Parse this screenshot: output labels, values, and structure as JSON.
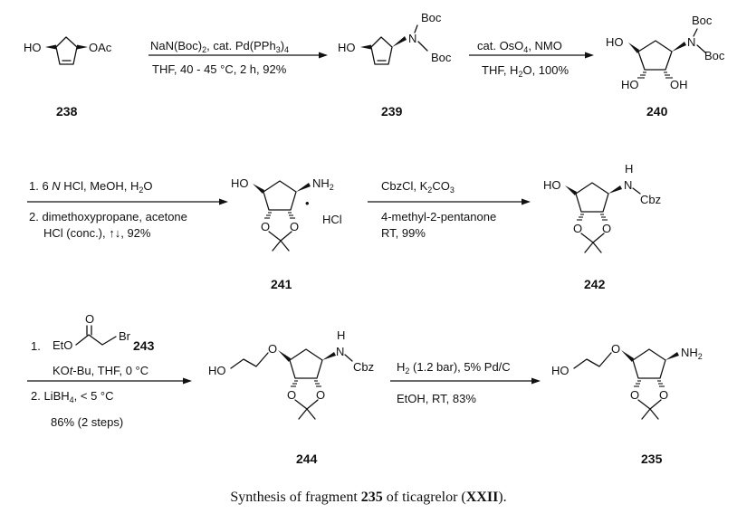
{
  "compounds": {
    "c238": {
      "number": "238",
      "ho": "HO",
      "oac": "OAc"
    },
    "c239": {
      "number": "239",
      "ho": "HO",
      "n": "N",
      "boc1": "Boc",
      "boc2": "Boc"
    },
    "c240": {
      "number": "240",
      "ho": "HO",
      "n": "N",
      "boc1": "Boc",
      "boc2": "Boc",
      "ho2": "HO",
      "oh": "OH"
    },
    "c241": {
      "number": "241",
      "ho": "HO",
      "nh2": "NH",
      "nh2_sub": "2",
      "dot": "•",
      "hcl": "HCl",
      "o1": "O",
      "o2": "O"
    },
    "c242": {
      "number": "242",
      "ho": "HO",
      "h": "H",
      "n": "N",
      "cbz": "Cbz",
      "o1": "O",
      "o2": "O"
    },
    "c243": {
      "number": "243",
      "o": "O",
      "eto": "EtO",
      "br": "Br"
    },
    "c244": {
      "number": "244",
      "ho": "HO",
      "o_ether": "O",
      "h": "H",
      "n": "N",
      "cbz": "Cbz",
      "o1": "O",
      "o2": "O"
    },
    "c235": {
      "number": "235",
      "ho": "HO",
      "o_ether": "O",
      "nh2": "NH",
      "nh2_sub": "2",
      "o1": "O",
      "o2": "O"
    }
  },
  "steps": {
    "s1": {
      "line1": {
        "a": "NaN(Boc)",
        "sub": "2",
        "b": ", cat. Pd(PPh",
        "sub2": "3",
        "c": ")",
        "sub3": "4"
      },
      "line2": "THF, 40 - 45  °C, 2 h, 92%"
    },
    "s2": {
      "line1": {
        "a": "cat. OsO",
        "sub": "4",
        "b": ", NMO"
      },
      "line2": {
        "a": "THF, H",
        "sub": "2",
        "b": "O, 100%"
      }
    },
    "s3": {
      "line1": {
        "a": "1. 6 ",
        "italic": "N",
        "b": " HCl, MeOH, H",
        "sub": "2",
        "c": "O"
      },
      "line2": "2. dimethoxypropane, acetone",
      "line3": "HCl (conc.), ↑↓, 92%"
    },
    "s4": {
      "line1": {
        "a": "CbzCl, K",
        "sub": "2",
        "b": "CO",
        "sub2": "3"
      },
      "line2": "4-methyl-2-pentanone",
      "line3": "RT, 99%"
    },
    "s5": {
      "prefix": "1.",
      "line1": {
        "a": "KO",
        "italic": "t",
        "b": "-Bu, THF, 0 °C"
      },
      "line2": {
        "a": "2. LiBH",
        "sub": "4",
        "b": ", < 5 °C"
      },
      "line3": "86% (2 steps)"
    },
    "s6": {
      "line1": {
        "a": "H",
        "sub": "2",
        "b": " (1.2 bar), 5% Pd/C"
      },
      "line2": "EtOH, RT, 83%"
    }
  },
  "caption": {
    "a": "Synthesis of fragment ",
    "bold1": "235",
    "b": " of ticagrelor (",
    "bold2": "XXII",
    "c": ")."
  }
}
